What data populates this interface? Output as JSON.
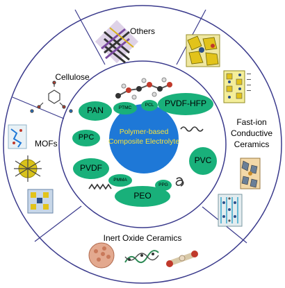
{
  "center": {
    "line1": "Polymer-based",
    "line2": "Composite Electrolyte"
  },
  "polymers_big": {
    "pan": "PAN",
    "pvdf_hfp": "PVDF-HFP",
    "ppc": "PPC",
    "pvdf": "PVDF",
    "pvc": "PVC",
    "peo": "PEO"
  },
  "polymers_small": {
    "ptmc": "PTMC",
    "pcl": "PCL",
    "pmma": "PMMA",
    "ppg": "PPG"
  },
  "sectors": {
    "others": "Others",
    "cellulose": "Cellulose",
    "mofs": "MOFs",
    "fast_ion_1": "Fast-ion",
    "fast_ion_2": "Conductive",
    "fast_ion_3": "Ceramics",
    "inert_oxide": "Inert Oxide Ceramics"
  },
  "colors": {
    "pill_green": "#19b07a",
    "center_blue": "#1e78d7",
    "center_text": "#f5e23c",
    "ring_stroke": "#3a3a8c"
  }
}
